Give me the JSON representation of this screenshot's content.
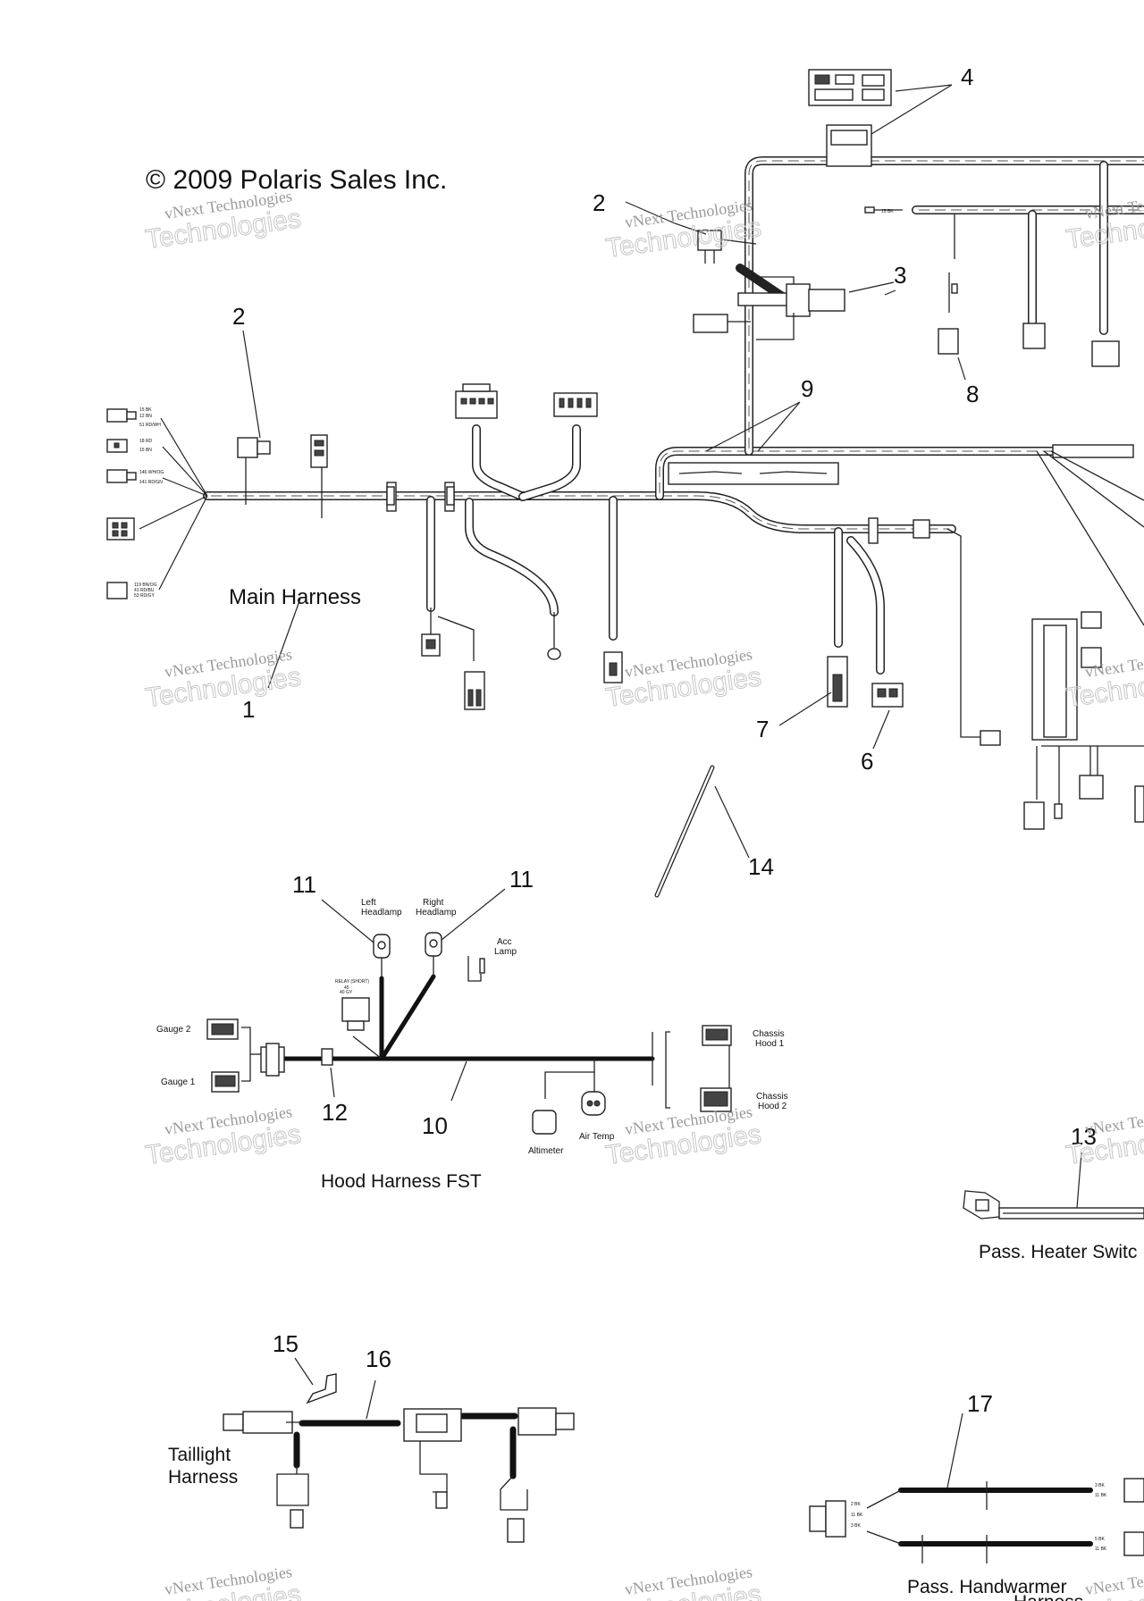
{
  "copyright": "© 2009 Polaris Sales Inc.",
  "watermark": {
    "line1": "vNext Technologies",
    "line2": "Technologies"
  },
  "assemblies": {
    "main": "Main Harness",
    "hood": "Hood Harness FST",
    "pass_heater": "Pass. Heater Switc",
    "taillight_line1": "Taillight",
    "taillight_line2": "Harness",
    "pass_handwarmer_line1": "Pass. Handwarmer",
    "pass_handwarmer_line2": "Harness"
  },
  "callouts": {
    "c1": "1",
    "c2a": "2",
    "c2b": "2",
    "c3": "3",
    "c4": "4",
    "c6": "6",
    "c7": "7",
    "c8": "8",
    "c9": "9",
    "c10": "10",
    "c11a": "11",
    "c11b": "11",
    "c12": "12",
    "c13": "13",
    "c14": "14",
    "c15": "15",
    "c16": "16",
    "c17": "17"
  },
  "hood_labels": {
    "left_headlamp_1": "Left",
    "left_headlamp_2": "Headlamp",
    "right_headlamp_1": "Right",
    "right_headlamp_2": "Headlamp",
    "acc_lamp_1": "Acc",
    "acc_lamp_2": "Lamp",
    "gauge2": "Gauge 2",
    "gauge1": "Gauge 1",
    "chassis_hood1_1": "Chassis",
    "chassis_hood1_2": "Hood 1",
    "chassis_hood2_1": "Chassis",
    "chassis_hood2_2": "Hood 2",
    "altimeter": "Altimeter",
    "air_temp": "Air Temp"
  }
}
